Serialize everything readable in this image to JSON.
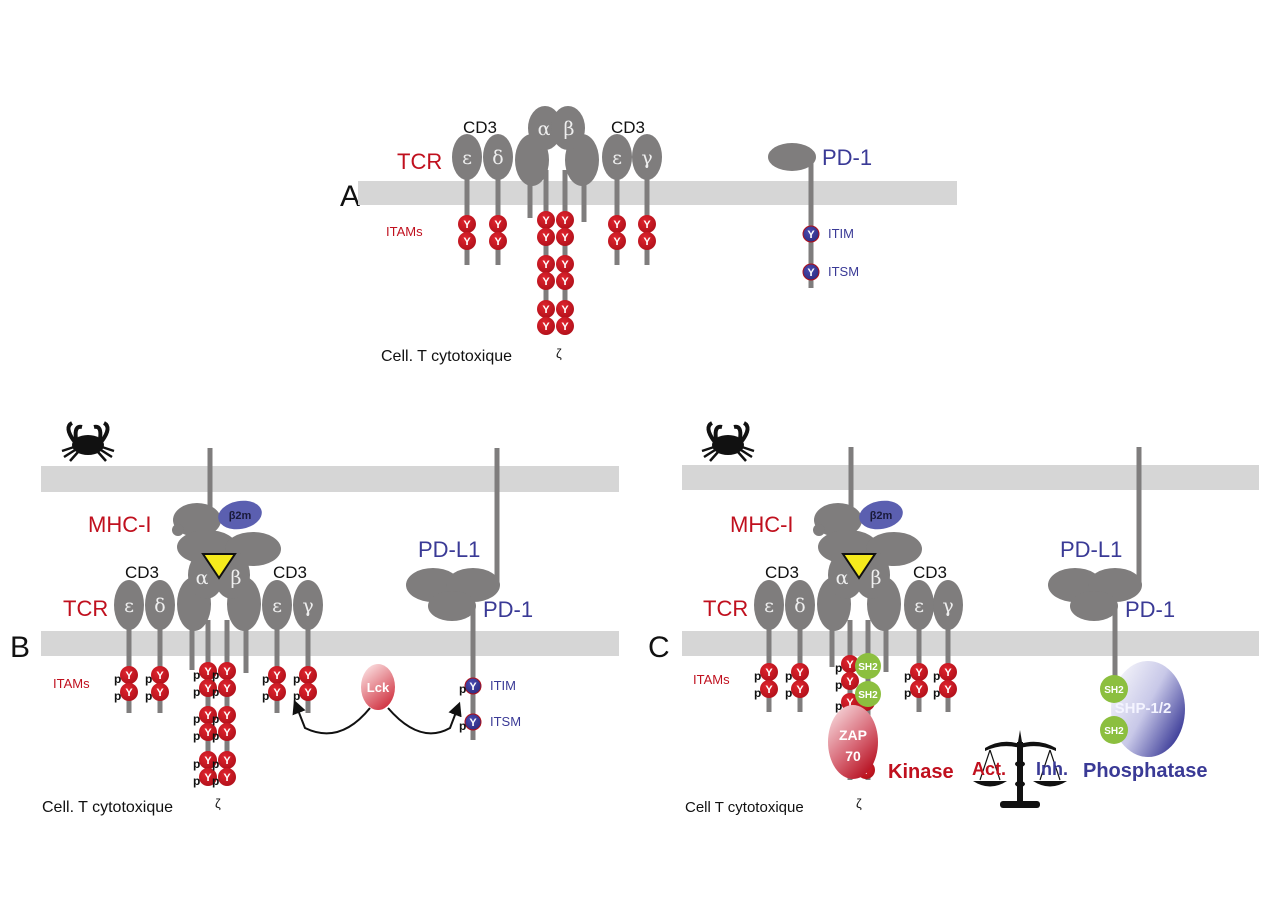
{
  "figure": {
    "panels": {
      "A": {
        "letter": "A",
        "tcr_label": "TCR",
        "cd3_left_label": "CD3",
        "cd3_right_label": "CD3",
        "chains": [
          "ε",
          "δ",
          "α",
          "β",
          "ε",
          "γ"
        ],
        "itams_label": "ITAMs",
        "tyrosine_glyph": "Y",
        "zeta_label": "ζ",
        "cell_label": "Cell. T cytotoxique",
        "pd1_label": "PD-1",
        "itim_label": "ITIM",
        "itsm_label": "ITSM",
        "phosphorylated": false
      },
      "B": {
        "letter": "B",
        "mhc_label": "MHC-I",
        "b2m_label": "β2m",
        "tcr_label": "TCR",
        "cd3_left_label": "CD3",
        "cd3_right_label": "CD3",
        "chains": [
          "ε",
          "δ",
          "α",
          "β",
          "ε",
          "γ"
        ],
        "itams_label": "ITAMs",
        "tyrosine_glyph": "Y",
        "phospho_glyph": "p",
        "zeta_label": "ζ",
        "cell_label": "Cell. T cytotoxique",
        "pdl1_label": "PD-L1",
        "pd1_label": "PD-1",
        "itim_label": "ITIM",
        "itsm_label": "ITSM",
        "lck_label": "Lck",
        "phosphorylated": true
      },
      "C": {
        "letter": "C",
        "mhc_label": "MHC-I",
        "b2m_label": "β2m",
        "tcr_label": "TCR",
        "cd3_left_label": "CD3",
        "cd3_right_label": "CD3",
        "chains": [
          "ε",
          "δ",
          "α",
          "β",
          "ε",
          "γ"
        ],
        "itams_label": "ITAMs",
        "tyrosine_glyph": "Y",
        "phospho_glyph": "p",
        "zeta_label": "ζ",
        "cell_label": "Cell T cytotoxique",
        "pdl1_label": "PD-L1",
        "pd1_label": "PD-1",
        "sh2_label": "SH2",
        "zap70_line1": "ZAP",
        "zap70_line2": "70",
        "kinase_label": "Kinase",
        "act_label": "Act.",
        "inh_label": "Inh.",
        "shp_label": "SHP-1/2",
        "phosphatase_label": "Phosphatase",
        "phosphorylated": true
      }
    },
    "colors": {
      "membrane": "#d6d6d6",
      "protein": "#7f7d7d",
      "activating_red": "#c0101e",
      "inhibitory_blue": "#3a3a96",
      "b2m_purple": "#5b5fb0",
      "antigen_yellow": "#f5ea1c",
      "sh2_green": "#8cbf3f"
    },
    "icons": [
      "crab-icon",
      "balance-scale-icon"
    ]
  }
}
